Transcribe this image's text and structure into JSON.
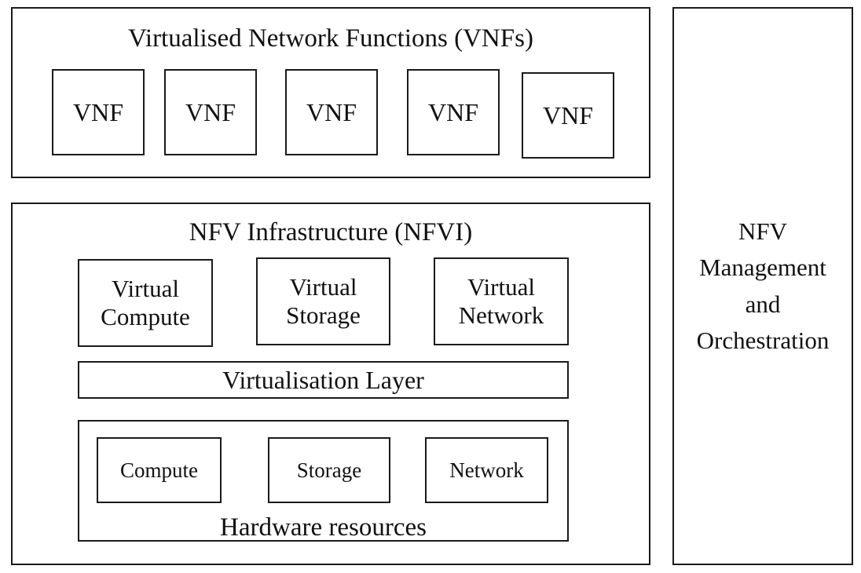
{
  "vnf_panel": {
    "title": "Virtualised Network Functions (VNFs)",
    "vnfs": [
      "VNF",
      "VNF",
      "VNF",
      "VNF",
      "VNF"
    ]
  },
  "nfvi_panel": {
    "title": "NFV Infrastructure (NFVI)",
    "virtual_resources": [
      {
        "line1": "Virtual",
        "line2": "Compute"
      },
      {
        "line1": "Virtual",
        "line2": "Storage"
      },
      {
        "line1": "Virtual",
        "line2": "Network"
      }
    ],
    "virtualisation_layer": "Virtualisation Layer",
    "hardware": {
      "label": "Hardware resources",
      "items": [
        "Compute",
        "Storage",
        "Network"
      ]
    }
  },
  "mano_panel": {
    "lines": [
      "NFV",
      "Management",
      "and",
      "Orchestration"
    ]
  }
}
